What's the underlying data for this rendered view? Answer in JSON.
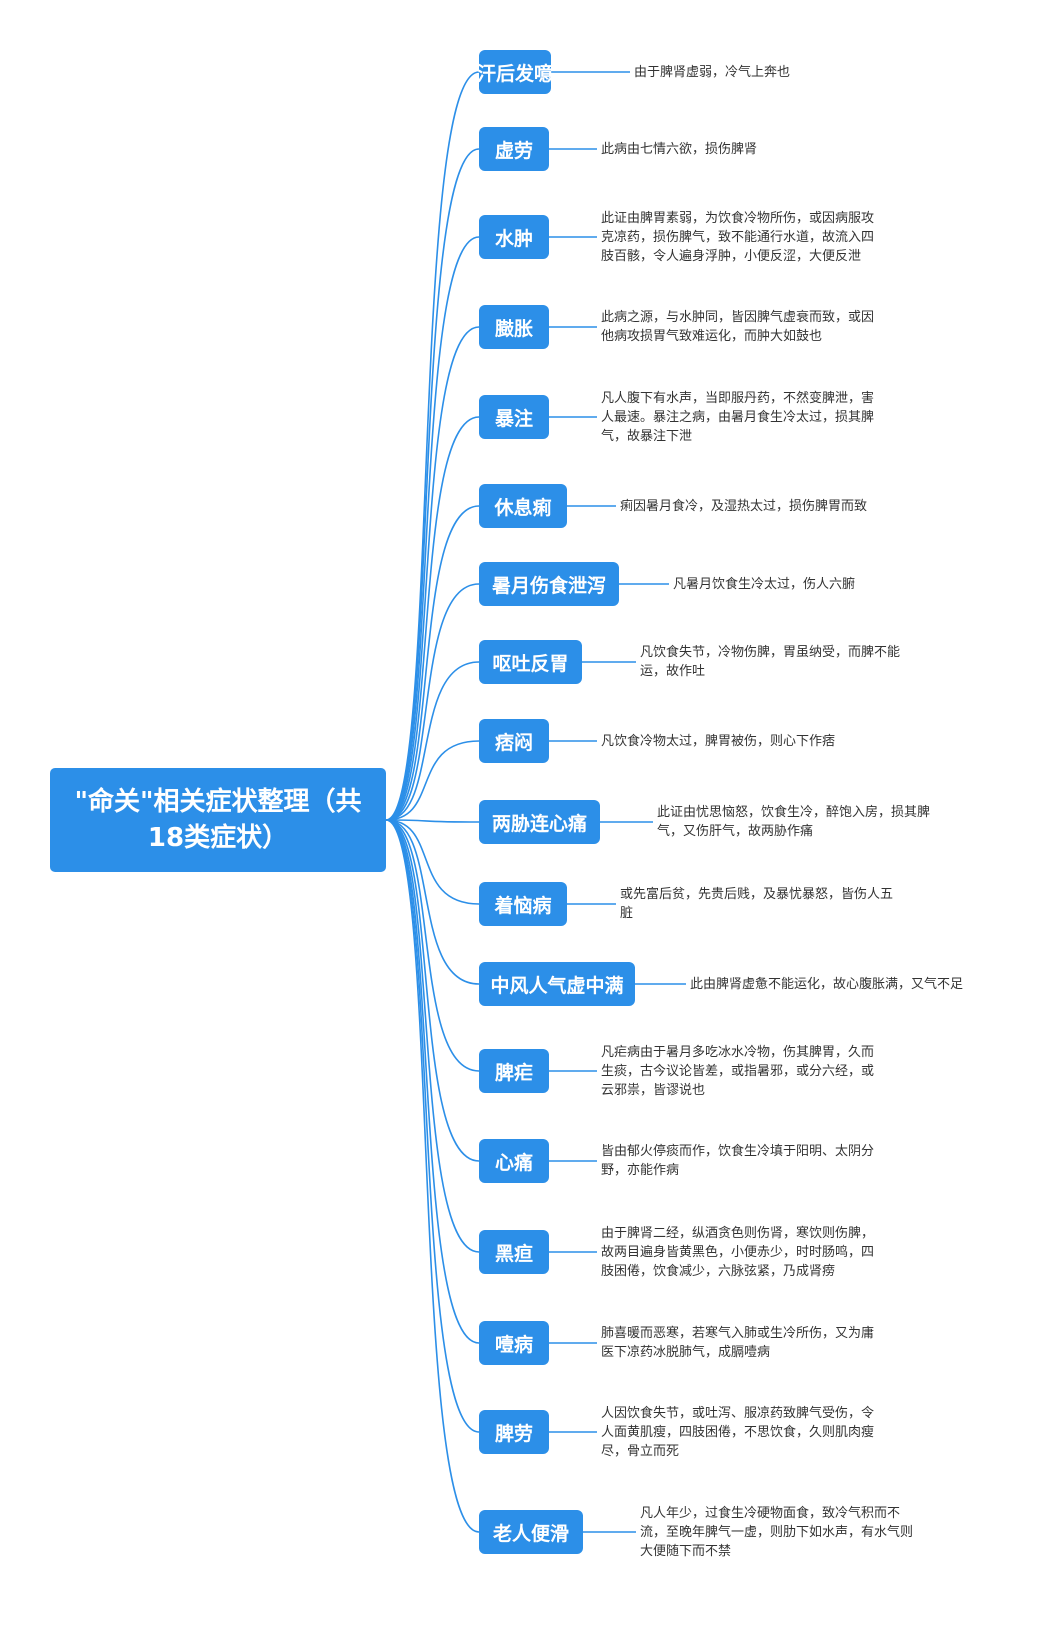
{
  "root": {
    "title": "\"命关\"相关症状整理（共18类症状）"
  },
  "colors": {
    "node": "#2c8fe8",
    "line": "#2c8fe8",
    "text": "#333333"
  },
  "branches": [
    {
      "label": "汗后发噫",
      "desc": "由于脾肾虚弱，冷气上奔也"
    },
    {
      "label": "虚劳",
      "desc": "此病由七情六欲，损伤脾肾"
    },
    {
      "label": "水肿",
      "desc": "此证由脾胃素弱，为饮食冷物所伤，或因病服攻\n克凉药，损伤脾气，致不能通行水道，故流入四\n肢百骸，令人遍身浮肿，小便反涩，大便反泄"
    },
    {
      "label": "臌胀",
      "desc": "此病之源，与水肿同，皆因脾气虚衰而致，或因\n他病攻损胃气致难运化，而肿大如鼓也"
    },
    {
      "label": "暴注",
      "desc": "凡人腹下有水声，当即服丹药，不然变脾泄，害\n人最速。暴注之病，由暑月食生冷太过，损其脾\n气，故暴注下泄"
    },
    {
      "label": "休息痢",
      "desc": "痢因暑月食冷，及湿热太过，损伤脾胃而致"
    },
    {
      "label": "暑月伤食泄泻",
      "desc": "凡暑月饮食生冷太过，伤人六腑"
    },
    {
      "label": "呕吐反胃",
      "desc": "凡饮食失节，冷物伤脾，胃虽纳受，而脾不能\n运，故作吐"
    },
    {
      "label": "痞闷",
      "desc": "凡饮食冷物太过，脾胃被伤，则心下作痞"
    },
    {
      "label": "两胁连心痛",
      "desc": "此证由忧思恼怒，饮食生冷，醉饱入房，损其脾\n气，又伤肝气，故两胁作痛"
    },
    {
      "label": "着恼病",
      "desc": "或先富后贫，先贵后贱，及暴忧暴怒，皆伤人五\n脏"
    },
    {
      "label": "中风人气虚中满",
      "desc": "此由脾肾虚惫不能运化，故心腹胀满，又气不足"
    },
    {
      "label": "脾疟",
      "desc": "凡疟病由于暑月多吃冰水冷物，伤其脾胃，久而\n生痰，古今议论皆差，或指暑邪，或分六经，或\n云邪祟，皆谬说也"
    },
    {
      "label": "心痛",
      "desc": "皆由郁火停痰而作，饮食生冷填于阳明、太阴分\n野，亦能作病"
    },
    {
      "label": "黑疸",
      "desc": "由于脾肾二经，纵酒贪色则伤肾，寒饮则伤脾，\n故两目遍身皆黄黑色，小便赤少，时时肠鸣，四\n肢困倦，饮食减少，六脉弦紧，乃成肾痨"
    },
    {
      "label": "噎病",
      "desc": "肺喜暖而恶寒，若寒气入肺或生冷所伤，又为庸\n医下凉药冰脱肺气，成膈噎病"
    },
    {
      "label": "脾劳",
      "desc": "人因饮食失节，或吐泻、服凉药致脾气受伤，令\n人面黄肌瘦，四肢困倦，不思饮食，久则肌肉瘦\n尽，骨立而死"
    },
    {
      "label": "老人便滑",
      "desc": "凡人年少，过食生冷硬物面食，致冷气积而不\n流，至晚年脾气一虚，则肋下如水声，有水气则\n大便随下而不禁"
    }
  ]
}
